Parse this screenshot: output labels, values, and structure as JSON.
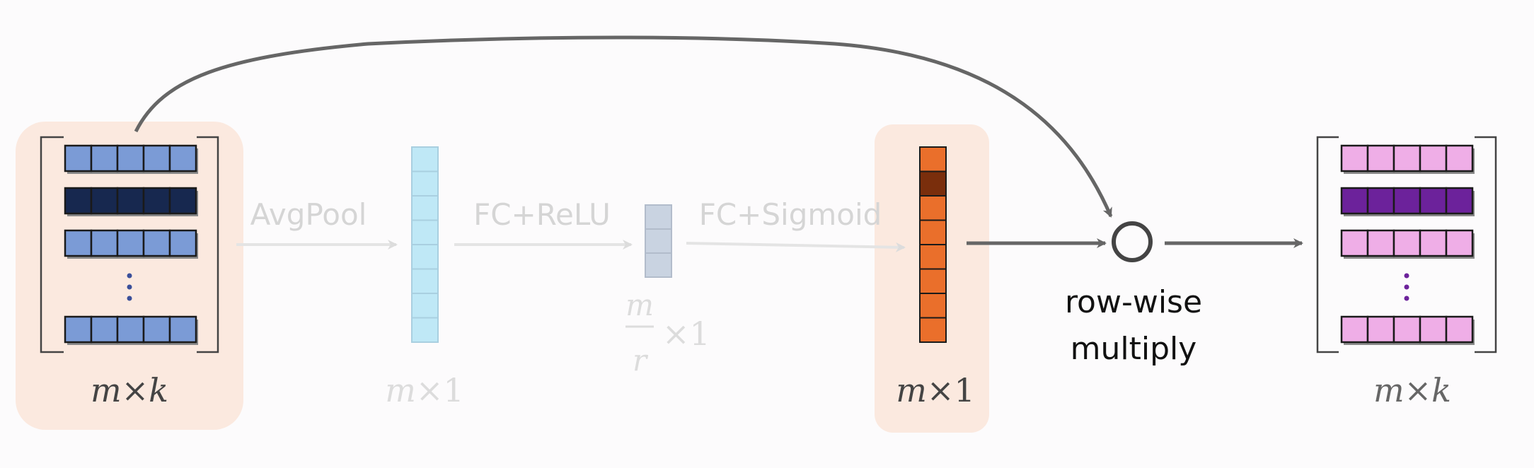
{
  "diagram": {
    "ops": {
      "avgpool": "AvgPool",
      "fc_relu": "FC+ReLU",
      "fc_sigmoid": "FC+Sigmoid",
      "rowwise_line1": "row-wise",
      "rowwise_line2": "multiply"
    },
    "dims": {
      "input": {
        "a": "m",
        "op": "×",
        "b": "k"
      },
      "pooled": {
        "a": "m",
        "rest": "×1"
      },
      "reduced": {
        "num": "m",
        "den": "r",
        "rest": "×1"
      },
      "attention": {
        "a": "m",
        "rest": "×1"
      },
      "output": {
        "a": "m",
        "op": "×",
        "b": "k"
      }
    },
    "colors": {
      "input_cell": "#7b9bd6",
      "input_highlight": "#17284f",
      "pooled_cell": "#bfe8f6",
      "reduced_cell": "#c9d3e1",
      "attention_cell": "#ea6f2b",
      "attention_highlight": "#7a2e0c",
      "output_cell": "#efaee7",
      "output_highlight": "#6c229b",
      "highlight_box": "#fbe9df",
      "arrow": "#666666",
      "faded": "#dadada"
    }
  }
}
